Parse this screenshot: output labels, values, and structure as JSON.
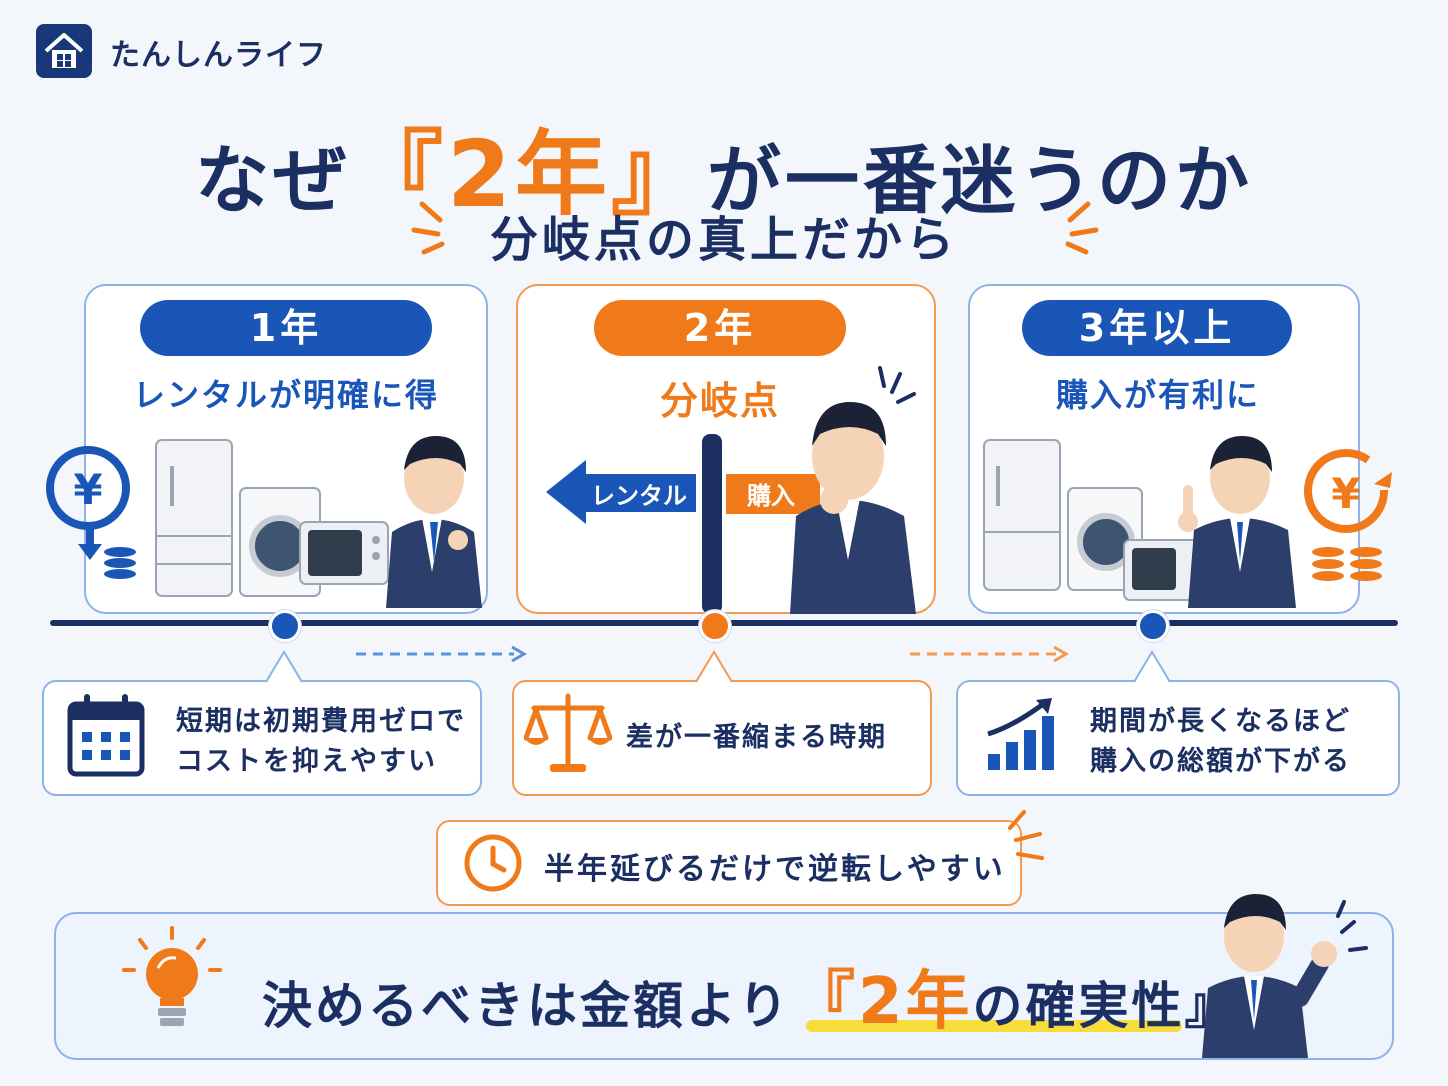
{
  "brand": {
    "name": "たんしんライフ",
    "icon": "house-icon"
  },
  "title": {
    "before": "なぜ",
    "highlight": "『2年』",
    "after": "が一番迷うのか"
  },
  "subtitle": "分岐点の真上だから",
  "columns": [
    {
      "label": "1年",
      "caption": "レンタルが明確に得",
      "info": [
        "短期は初期費用ゼロで",
        "コストを抑えやすい"
      ],
      "info_icon": "calendar-icon",
      "accent": "#1a56b8"
    },
    {
      "label": "2年",
      "caption": "分岐点",
      "info": [
        "差が一番縮まる時期"
      ],
      "info_icon": "balance-scale-icon",
      "accent": "#f07a1a"
    },
    {
      "label": "3年以上",
      "caption": "購入が有利に",
      "info": [
        "期間が長くなるほど",
        "購入の総額が下がる"
      ],
      "info_icon": "rising-chart-icon",
      "accent": "#1a56b8"
    }
  ],
  "signpost": {
    "left": "レンタル",
    "right": "購入"
  },
  "note": {
    "text": "半年延びるだけで逆転しやすい",
    "icon": "clock-icon"
  },
  "conclusion": {
    "before": "決めるべきは金額より",
    "highlight": "『2年",
    "after": "の確実性』",
    "icon": "lightbulb-icon"
  },
  "colors": {
    "navy": "#1b2f63",
    "blue": "#1a56b8",
    "orange": "#f07a1a",
    "highlight_bar": "#f7dc3a"
  }
}
